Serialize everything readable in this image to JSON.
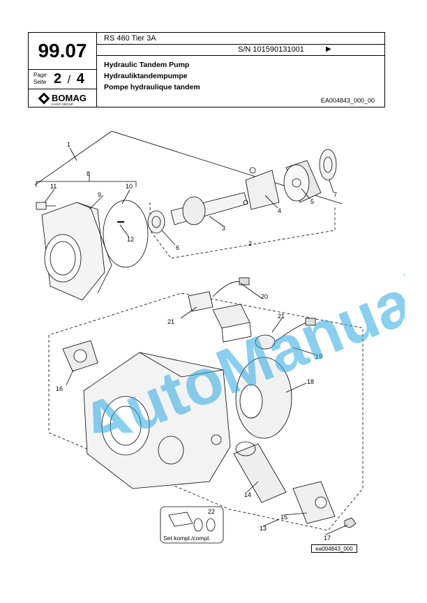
{
  "header": {
    "model": "RS 460 Tier 3A",
    "serial": "S/N 101590131001",
    "serial_arrow": "▶",
    "group_number": "99.07",
    "page_label_en": "Page",
    "page_label_de": "Seite",
    "page_current": "2",
    "page_sep": "/",
    "page_total": "4",
    "title_en": "Hydraulic Tandem Pump",
    "title_de": "Hydrauliktandempumpe",
    "title_fr": "Pompe hydraulique tandem",
    "drawing_ref": "EA004843_000_00",
    "logo_text": "BOMAG",
    "logo_sub": "FAYAT GROUP"
  },
  "callouts": [
    "1",
    "2",
    "3",
    "4",
    "5",
    "6",
    "7",
    "8",
    "9",
    "10",
    "11",
    "12",
    "13",
    "14",
    "15",
    "16",
    "17",
    "18",
    "19",
    "20",
    "21",
    "21",
    "22"
  ],
  "set_label": "Set kompl./compl.",
  "image_ref": "ea004843_000",
  "watermark": "AutoManual"
}
